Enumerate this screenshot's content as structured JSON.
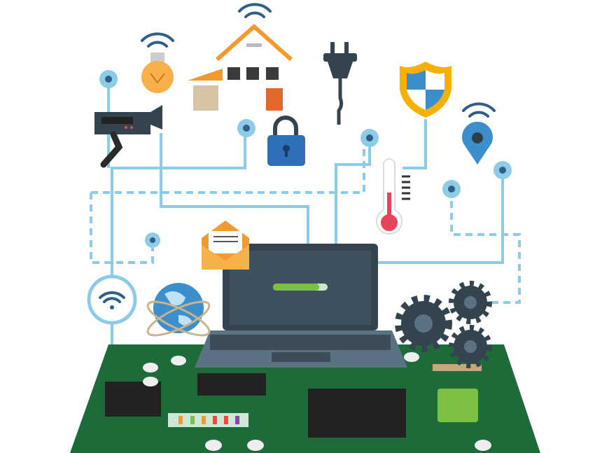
{
  "illustration": {
    "subject": "iot-connected-devices",
    "icons": [
      "camera-icon",
      "bulb-icon",
      "house-icon",
      "plug-icon",
      "shield-icon",
      "location-pin-icon",
      "lock-icon",
      "thermometer-icon",
      "envelope-icon",
      "globe-icon",
      "wifi-icon",
      "gear-icon",
      "laptop-icon",
      "circuit-board"
    ],
    "progress": 0.85,
    "colors": {
      "line": "#8ecbe8",
      "node": "#2f5f86",
      "board": "#1e6b3a",
      "laptop_screen": "#34444f",
      "laptop_base": "#5b7283",
      "accent_orange": "#f29a2e",
      "progress_fill": "#7cc043"
    }
  }
}
